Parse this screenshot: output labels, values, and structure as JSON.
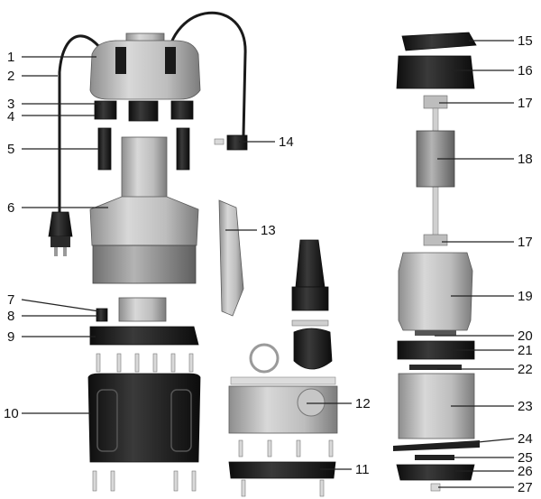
{
  "diagram": {
    "part_numbers": [
      "1",
      "2",
      "3",
      "4",
      "5",
      "6",
      "7",
      "8",
      "9",
      "10",
      "11",
      "12",
      "13",
      "14",
      "15",
      "16",
      "17",
      "18",
      "17",
      "19",
      "20",
      "21",
      "22",
      "23",
      "24",
      "25",
      "26",
      "27"
    ]
  },
  "colors": {
    "metal_light": "#d6d6d6",
    "metal_mid": "#a9a9a9",
    "metal_dark": "#7a7a7a",
    "black_part": "#1e1e1e",
    "cable": "#1a1a1a"
  }
}
